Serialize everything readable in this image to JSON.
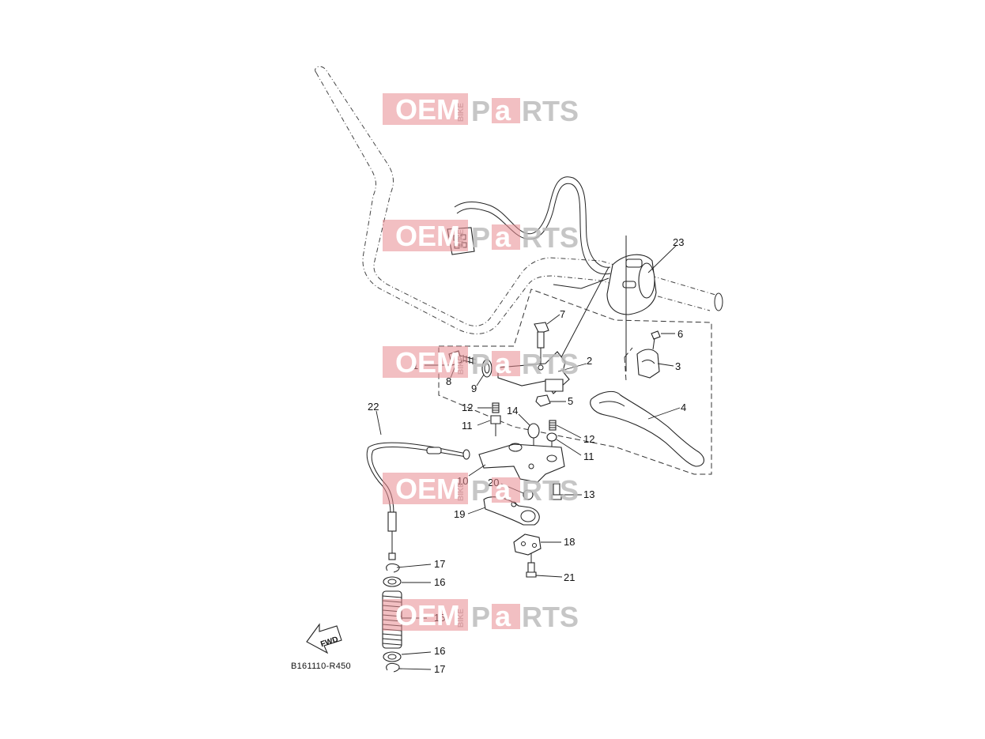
{
  "diagram": {
    "reference_code": "B161110-R450",
    "direction_label": "FWD",
    "callouts": [
      "1",
      "2",
      "3",
      "4",
      "5",
      "6",
      "7",
      "8",
      "9",
      "10",
      "11",
      "11",
      "12",
      "12",
      "13",
      "14",
      "15",
      "16",
      "16",
      "17",
      "17",
      "18",
      "19",
      "20",
      "21",
      "22",
      "23"
    ]
  },
  "watermark": {
    "oem": "OEM",
    "bike": "BIKE",
    "p": "P",
    "a": "a",
    "rts": "RTS"
  }
}
